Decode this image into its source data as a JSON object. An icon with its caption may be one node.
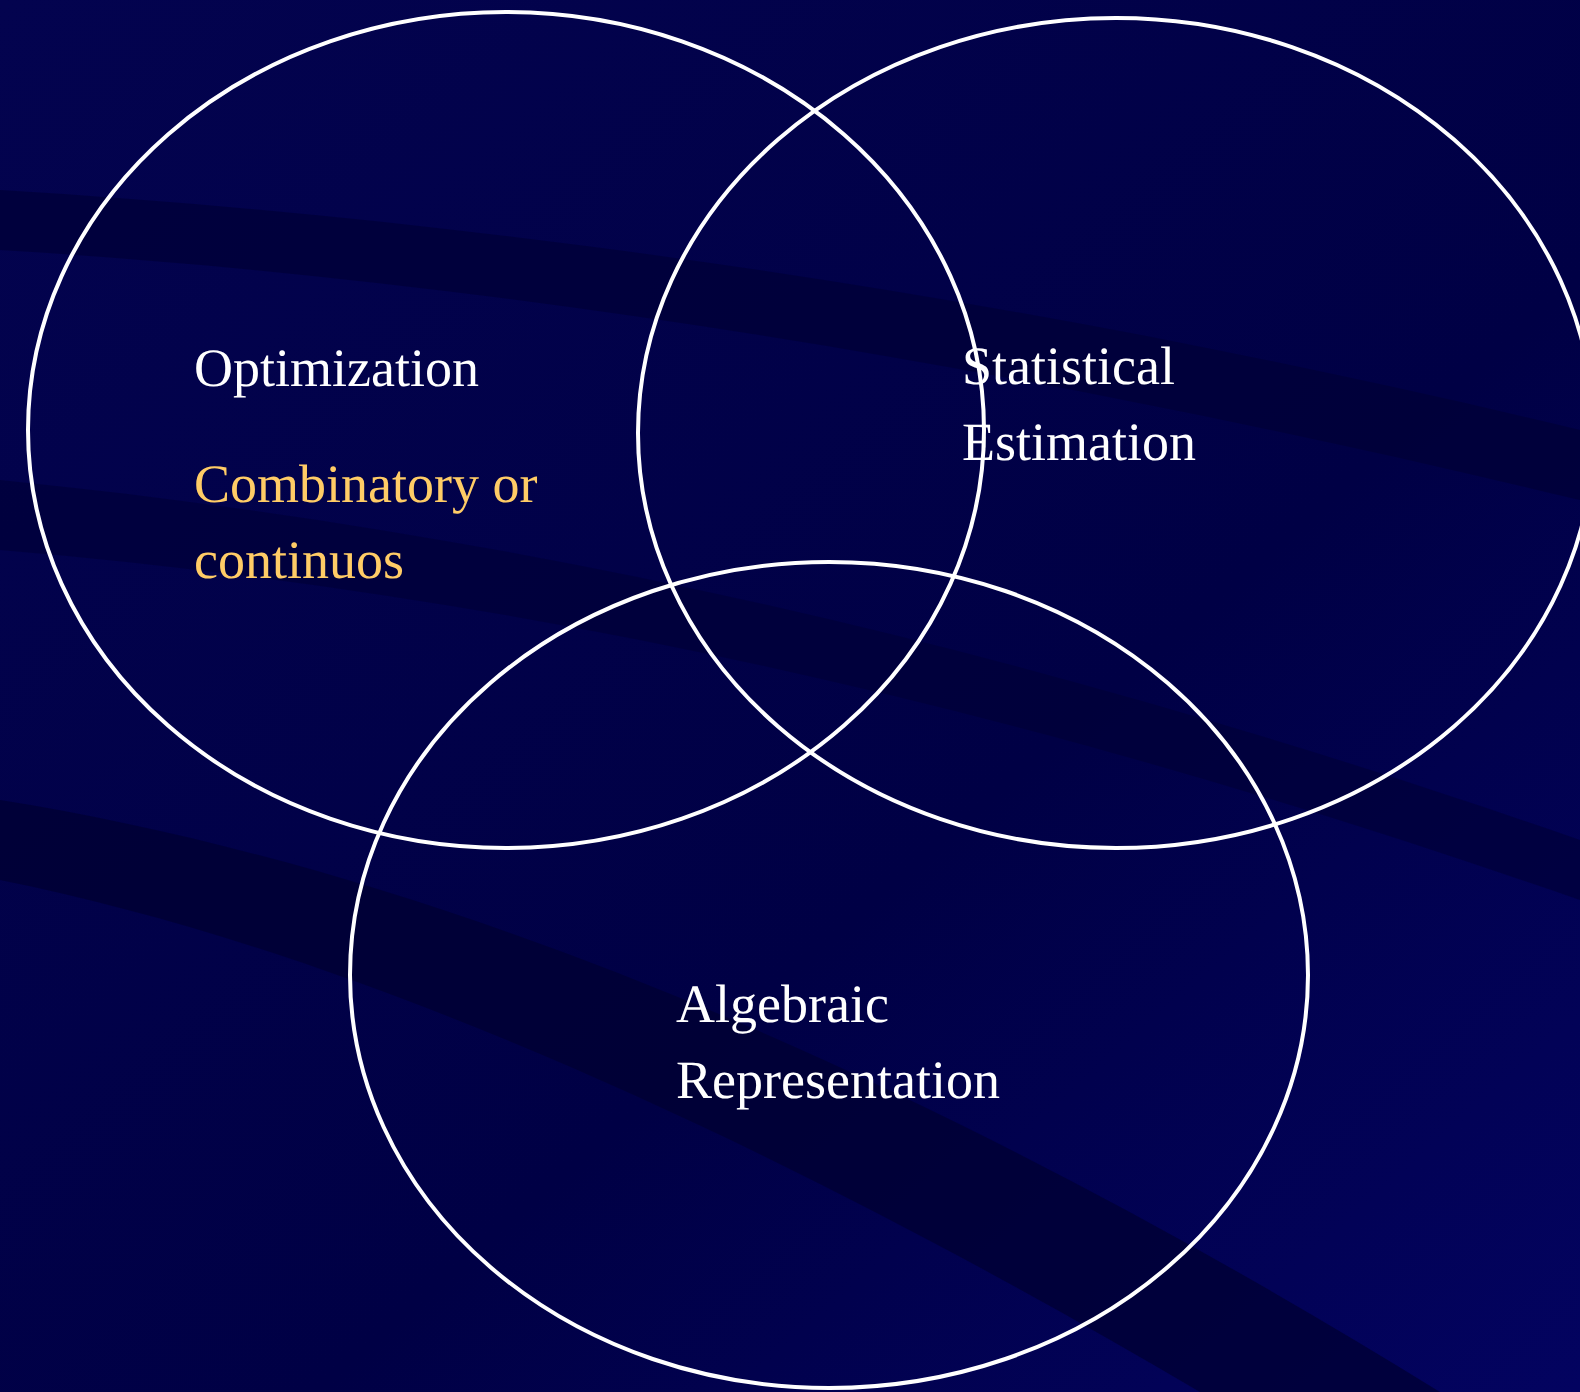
{
  "diagram": {
    "nodes": [
      {
        "text": [
          "Optimization",
          "Combinatory or continuos"
        ]
      },
      {
        "text": [
          "Statistical Estimation"
        ]
      },
      {
        "text": [
          "Algebraic Representation"
        ]
      }
    ]
  }
}
